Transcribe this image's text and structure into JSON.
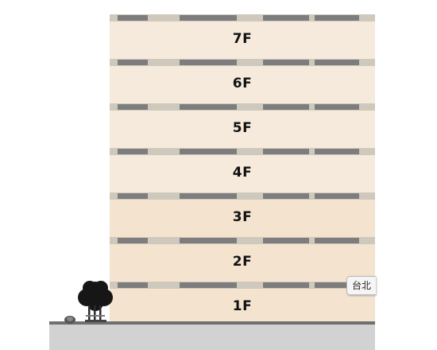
{
  "floors": [
    {
      "label": "7F",
      "color": "#f5eadc"
    },
    {
      "label": "6F",
      "color": "#f5eadc"
    },
    {
      "label": "5F",
      "color": "#f5eadc"
    },
    {
      "label": "4F",
      "color": "#f5eadc"
    },
    {
      "label": "3F",
      "color": "#f3e3cf"
    },
    {
      "label": "2F",
      "color": "#f3e3cf"
    },
    {
      "label": "1F",
      "color": "#f3e3cf"
    }
  ],
  "tooltip": {
    "label": "台北"
  },
  "icons": {
    "tree": "tree-icon",
    "shrub": "shrub-icon"
  }
}
